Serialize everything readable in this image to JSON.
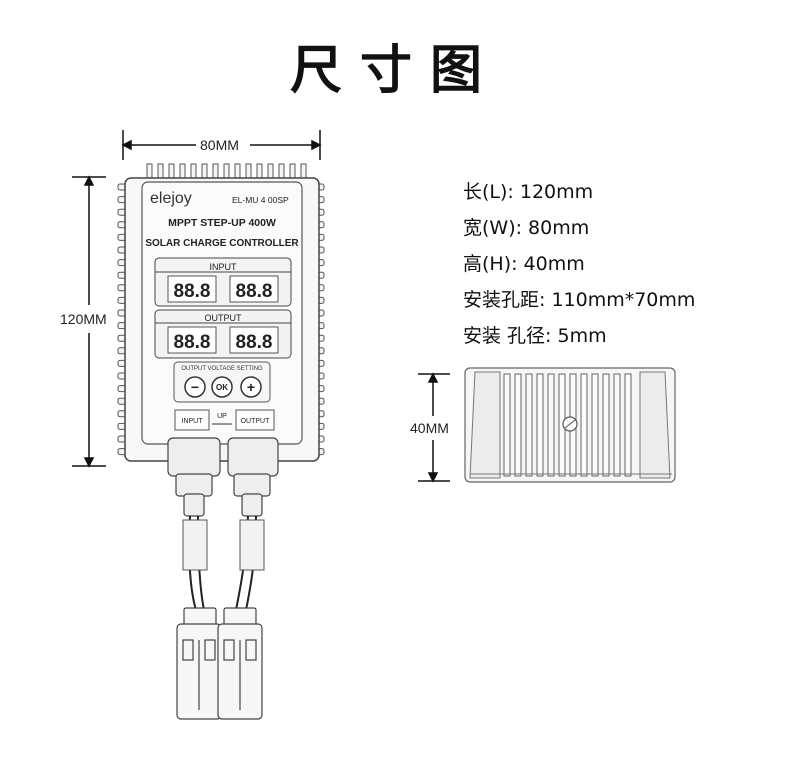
{
  "title": "尺寸图",
  "dimensions": {
    "width_label": "80MM",
    "length_label": "120MM",
    "height_label": "40MM"
  },
  "specs": [
    "长(L): 120mm",
    "宽(W): 80mm",
    "高(H): 40mm",
    "安装孔距: 110mm*70mm",
    "安装 孔径:  5mm"
  ],
  "device": {
    "brand": "elejoy",
    "model": "EL-MU 4 00SP",
    "line1": "MPPT STEP-UP 400W",
    "line2": "SOLAR CHARGE CONTROLLER",
    "input_label": "INPUT",
    "output_label": "OUTPUT",
    "display_value": "88.8",
    "setting_label": "OUTPUT VOLTAGE SETTING",
    "minus": "−",
    "ok": "OK",
    "plus": "+",
    "port_input": "INPUT",
    "up": "UP",
    "port_output": "OUTPUT"
  }
}
